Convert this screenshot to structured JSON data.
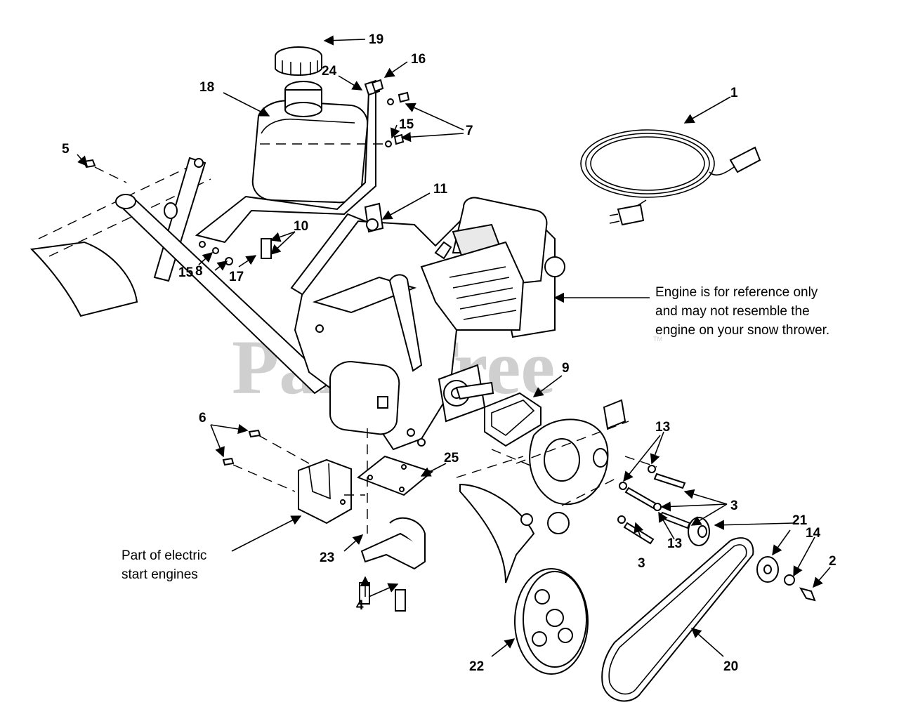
{
  "watermark": "PartsTree",
  "watermark_tm": "TM",
  "notes": {
    "engine_reference": [
      "Engine is for reference only",
      "and may not resemble the",
      "engine on your snow thrower."
    ],
    "electric_start": [
      "Part of electric",
      "start engines"
    ]
  },
  "callouts": {
    "c1": "1",
    "c2": "2",
    "c3a": "3",
    "c3b": "3",
    "c4": "4",
    "c5": "5",
    "c6": "6",
    "c7": "7",
    "c8": "8",
    "c9": "9",
    "c10": "10",
    "c11": "11",
    "c13a": "13",
    "c13b": "13",
    "c14": "14",
    "c15a": "15",
    "c15b": "15",
    "c16": "16",
    "c17": "17",
    "c18": "18",
    "c19": "19",
    "c20": "20",
    "c21": "21",
    "c22": "22",
    "c23": "23",
    "c24": "24",
    "c25": "25"
  }
}
